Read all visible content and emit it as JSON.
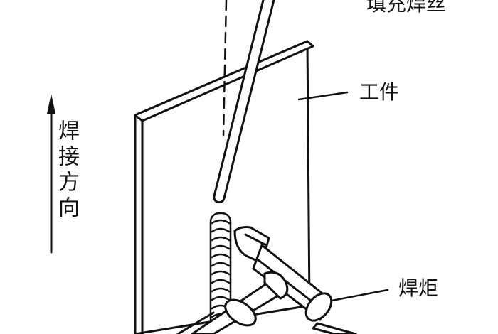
{
  "labels": {
    "filler_wire": "填充焊丝",
    "workpiece": "工件",
    "torch": "焊炬",
    "welding_direction": "焊接方向"
  },
  "colors": {
    "line": "#111111",
    "background": "#ffffff"
  }
}
